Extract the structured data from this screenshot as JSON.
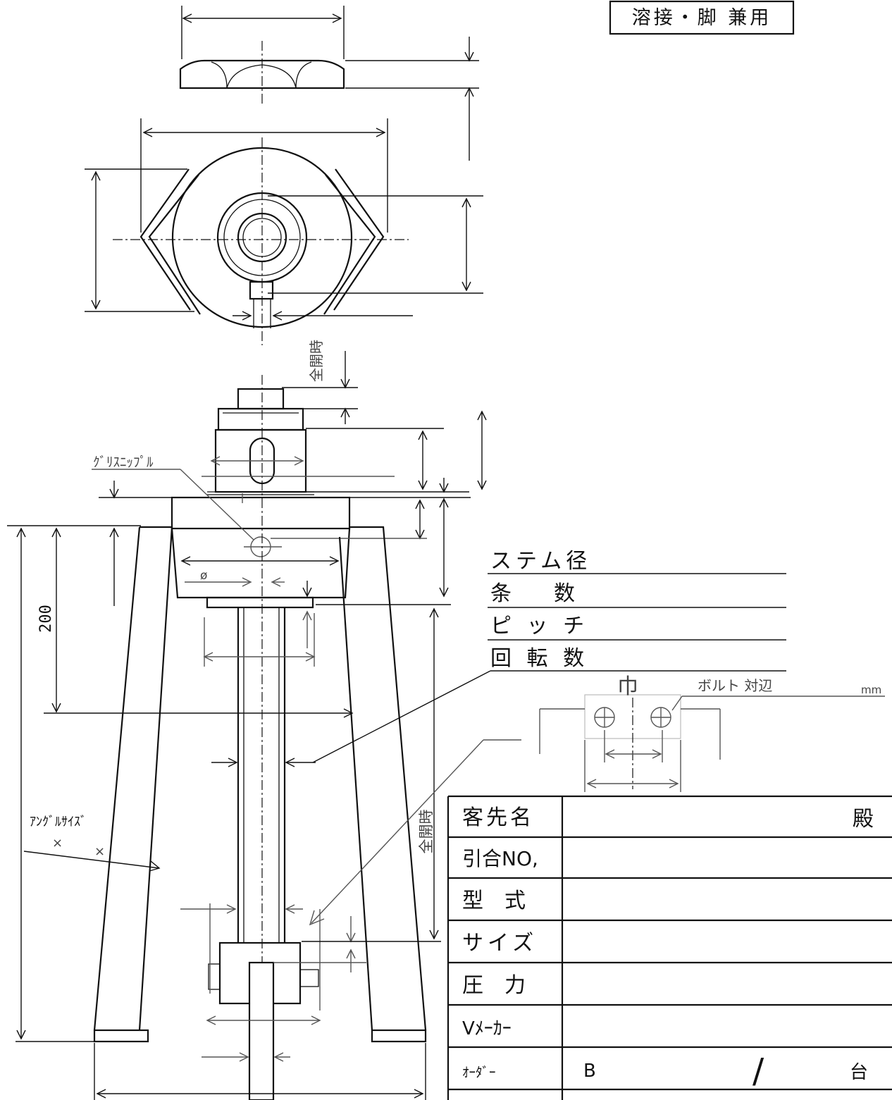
{
  "title_box": {
    "label": "溶接・脚 兼用"
  },
  "annotations": {
    "grease_nipple": "ｸﾞﾘｽﾆｯﾌﾟﾙ",
    "phi": "ø",
    "full_open_top": "全開時",
    "full_open_side": "全開時",
    "angle_size": "ｱﾝｸﾞﾙｻｲｽﾞ",
    "angle_x1": "×",
    "angle_x2": "×",
    "height_200": "200",
    "bolt_across_flats": "ボルト 対辺",
    "bolt_unit": "mm",
    "bolt_width_mark": "巾"
  },
  "stem_spec": {
    "rows": [
      "ステム径",
      "条　　数",
      "ピ ッ チ",
      "回 転 数"
    ]
  },
  "order_table": {
    "rows": [
      {
        "label": "客先名",
        "value": "",
        "suffix": "殿"
      },
      {
        "label": "引合NO,",
        "value": "",
        "suffix": ""
      },
      {
        "label": "型　式",
        "value": "",
        "suffix": ""
      },
      {
        "label": "サイズ",
        "value": "",
        "suffix": ""
      },
      {
        "label": "圧　力",
        "value": "",
        "suffix": ""
      },
      {
        "label": "Vﾒｰｶｰ",
        "value": "",
        "suffix": ""
      },
      {
        "label": "ｵｰﾀﾞｰ",
        "value": "B",
        "suffix": "台"
      }
    ],
    "order_separator": "/"
  }
}
